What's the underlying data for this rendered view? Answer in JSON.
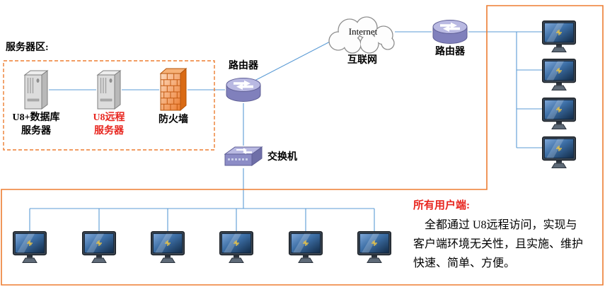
{
  "colors": {
    "accent_orange": "#ED7D31",
    "wire_blue": "#5B9BD5",
    "highlight_red": "#FF0000",
    "screen_blue": "#2E5A96"
  },
  "server_area": {
    "title": "服务器区:",
    "db_server": {
      "line1": "U8+数据库",
      "line2": "服务器"
    },
    "remote_server": {
      "line1": "U8远程",
      "line2": "服务器"
    },
    "firewall_label": "防火墙"
  },
  "network": {
    "router_left_label": "路由器",
    "internet_label": "Internet",
    "internet_caption": "互联网",
    "router_right_label": "路由器",
    "switch_label": "交换机"
  },
  "clients": {
    "right_monitor_count": 4,
    "bottom_monitor_count": 6
  },
  "note": {
    "title": "所有用户端:",
    "lines": [
      "全都通过 U8远程访问，实现与",
      "客户端环境无关性，且实施、维护",
      "快速、简单、方便。"
    ]
  }
}
